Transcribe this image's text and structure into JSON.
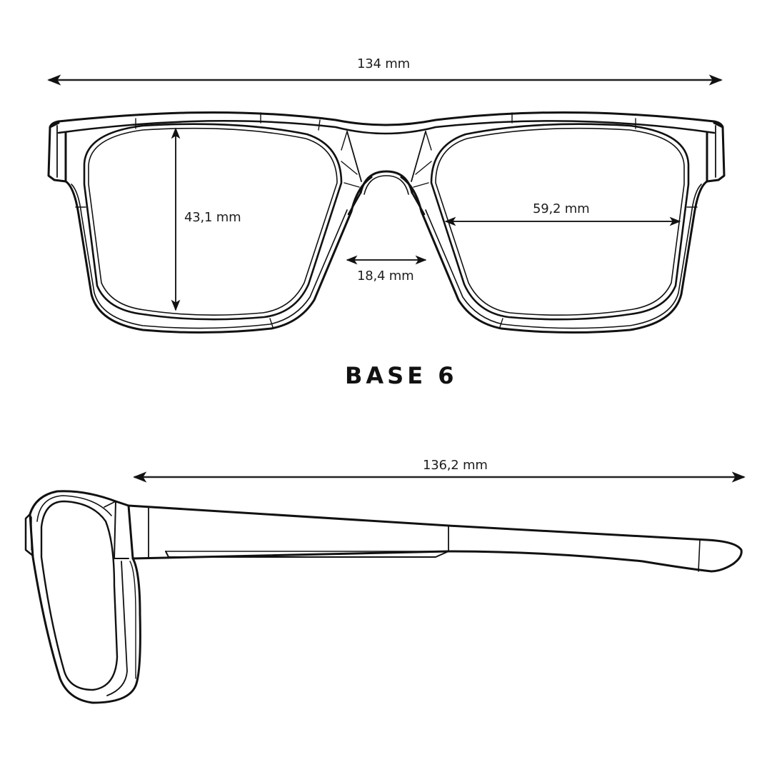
{
  "diagram": {
    "title": "BASE 6",
    "colors": {
      "background": "#ffffff",
      "line": "#111111",
      "text": "#1e1e1e"
    },
    "front_view": {
      "overall_width": {
        "label": "134 mm",
        "value_mm": 134
      },
      "lens_height": {
        "label": "43,1 mm",
        "value_mm": 43.1
      },
      "bridge_width": {
        "label": "18,4 mm",
        "value_mm": 18.4
      },
      "lens_width": {
        "label": "59,2 mm",
        "value_mm": 59.2
      }
    },
    "side_view": {
      "temple_length": {
        "label": "136,2 mm",
        "value_mm": 136.2
      }
    }
  }
}
